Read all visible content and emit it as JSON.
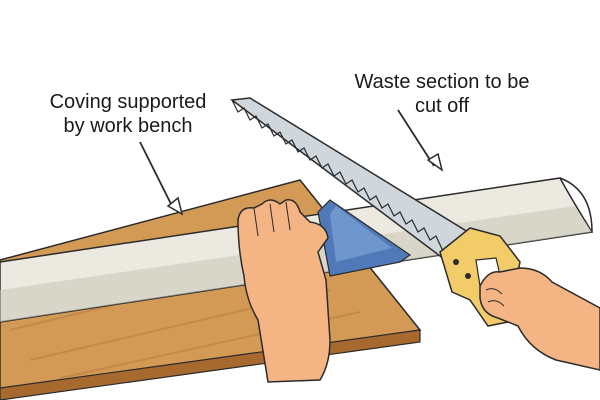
{
  "labels": {
    "support_line1": "Coving supported",
    "support_line2": "by work bench",
    "waste_line1": "Waste section to be",
    "waste_line2": "cut off"
  },
  "colors": {
    "bench_top": "#d39a55",
    "bench_edge": "#a8692f",
    "bench_grain": "#be8446",
    "coving": "#ece9e1",
    "coving_shade": "#c9c4b6",
    "mitre_block": "#4f79b8",
    "saw_blade": "#cfd6dc",
    "saw_handle": "#f2cc68",
    "skin": "#f4b483",
    "outline": "#2b2b2b"
  },
  "icons": {
    "saw": "handsaw-icon",
    "hand_left": "left-hand-icon",
    "hand_right": "right-hand-icon",
    "mitre_box": "mitre-box-icon"
  }
}
